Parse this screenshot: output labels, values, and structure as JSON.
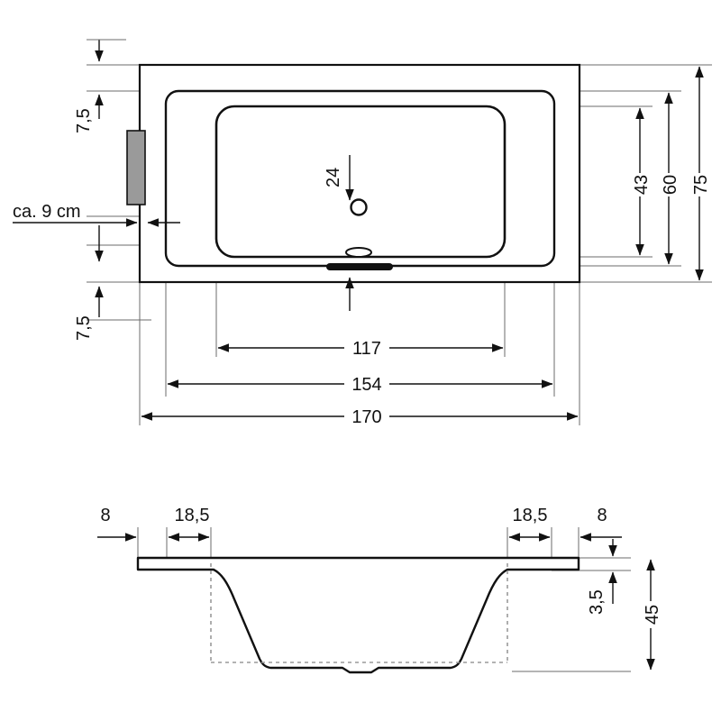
{
  "document": {
    "title": "Bathtub technical dimension drawing",
    "units_note": "cm",
    "line_color": "#111111",
    "thin_line_color": "#6b6b6b",
    "fill_color": "#ffffff",
    "accent_fill": "#9a9a9a"
  },
  "top_view": {
    "name": "top-view",
    "dimensions": {
      "offset_top": "7,5",
      "offset_bottom": "7,5",
      "drain_offset": "24",
      "inner_width": "117",
      "mid_width": "154",
      "outer_width": "170",
      "inner_depth": "43",
      "mid_depth": "60",
      "outer_depth": "75"
    },
    "annotations": {
      "left_note": "ca. 9 cm"
    },
    "features": {
      "drain_hole": "drain-hole",
      "overflow_oval": "overflow-oval",
      "filler_slot": "filler-slot",
      "waste_fitting": "waste-fitting-block"
    }
  },
  "section_view": {
    "name": "cross-section-view",
    "dimensions": {
      "rim_left": "8",
      "slope_left": "18,5",
      "slope_right": "18,5",
      "rim_right": "8",
      "rim_height": "3,5",
      "total_height": "45"
    }
  }
}
